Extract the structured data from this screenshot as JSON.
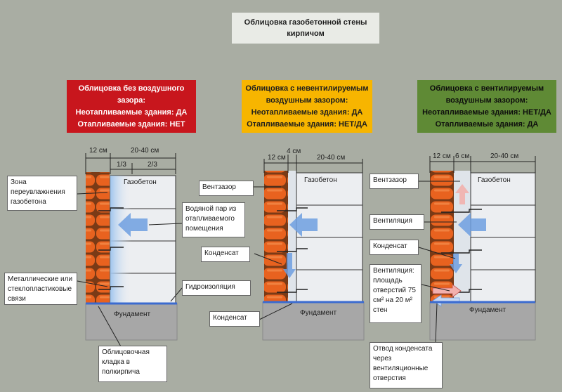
{
  "title": {
    "line1": "Облицовка газобетонной стены",
    "line2": "кирпичом"
  },
  "colors": {
    "red": "#c8161d",
    "yellow": "#f7b500",
    "green": "#5f8a35",
    "brick": "#e8621f",
    "arrow": "#6f9fe0"
  },
  "panels": [
    {
      "header": [
        "Облицовка без воздушного",
        "зазора:",
        "Неотапливаемые здания: ДА",
        "Отапливаемые здания: НЕТ"
      ],
      "dim_brick": "12 см",
      "dim_block": "20-40 см",
      "dim_third": "1/3",
      "dim_two_thirds": "2/3",
      "block_label": "Газобетон",
      "foundation": "Фундамент",
      "callouts": {
        "zone": "Зона переувлажнения газобетона",
        "ties": "Металлические или стеклопластиковые связи",
        "vapor": "Водяной пар из отапливаемого помещения",
        "condensate": "Конденсат",
        "waterproofing": "Гидроизоляция",
        "masonry": "Облицовочная кладка в полкирпича"
      }
    },
    {
      "header": [
        "Облицовка с невентилируемым",
        "воздушным зазором:",
        "Неотапливаемые здания: ДА",
        "Отапливаемые здания: НЕТ/ДА"
      ],
      "dim_gap": "4 см",
      "dim_brick": "12 см",
      "dim_block": "20-40 см",
      "block_label": "Газобетон",
      "foundation": "Фундамент",
      "callouts": {
        "gap": "Вентзазор",
        "condensate": "Конденсат"
      }
    },
    {
      "header": [
        "Облицовка с вентилируемым",
        "воздушным зазором:",
        "Неотапливаемые здания: НЕТ/ДА",
        "Отапливаемые здания: ДА"
      ],
      "dim_brick": "12 см",
      "dim_gap": "6 см",
      "dim_block": "20-40 см",
      "block_label": "Газобетон",
      "foundation": "Фундамент",
      "callouts": {
        "gap": "Вентзазор",
        "ventilation": "Вентиляция",
        "condensate": "Конденсат",
        "vent_area": "Вентиляция: площадь отверстий 75 см² на 20 м² стен",
        "drain": "Отвод конденсата через вентиляционные отверстия"
      }
    }
  ]
}
